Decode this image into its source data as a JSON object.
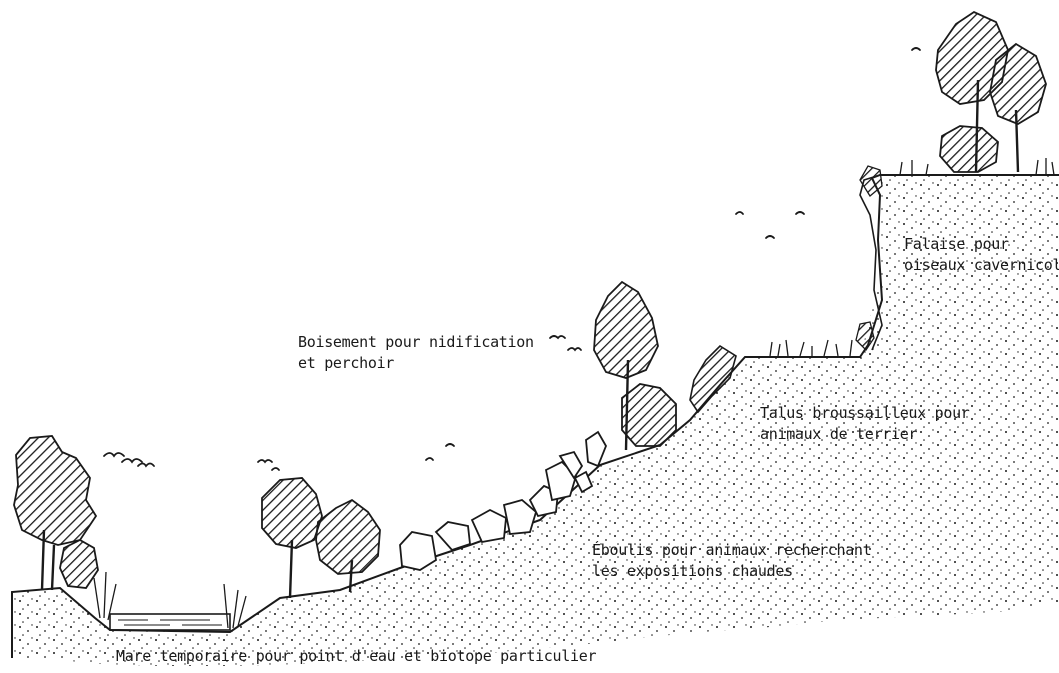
{
  "labels": {
    "falaise": [
      "Falaise pour",
      "oiseaux cavernicole"
    ],
    "boisement": [
      "Boisement pour nidification",
      "et perchoir"
    ],
    "talus": [
      "Talus broussailleux pour",
      "animaux de terrier"
    ],
    "eboulis": [
      "Éboulis pour animaux recherchant",
      "les expositions chaudes"
    ],
    "mare": [
      "Mare temporaire pour point d'eau et biotope particulier"
    ]
  },
  "colors": {
    "ink": "#1a1a1a",
    "background": "#ffffff"
  }
}
